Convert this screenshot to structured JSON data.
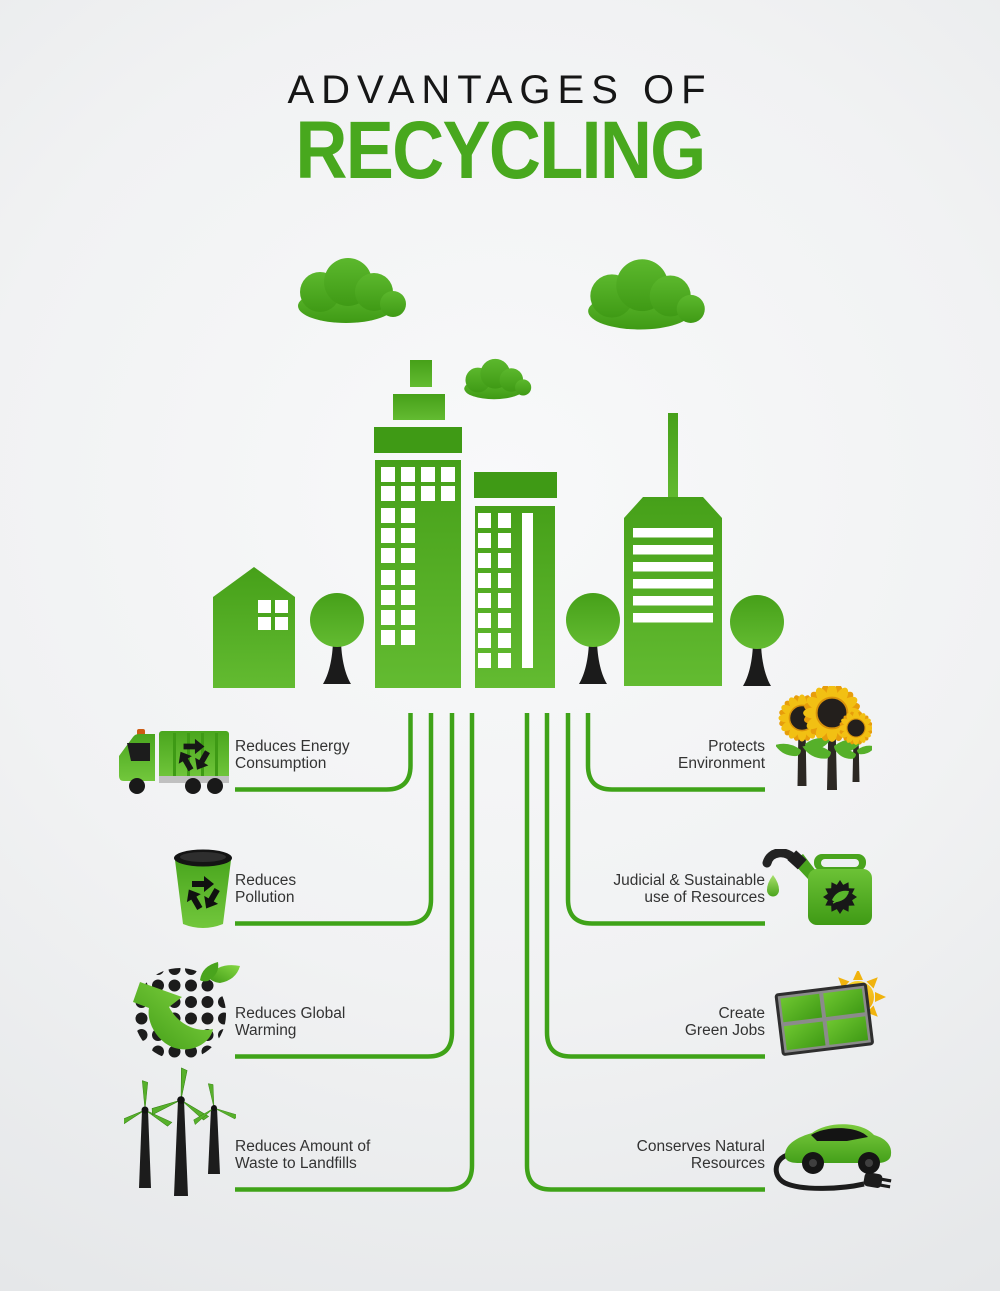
{
  "title": {
    "line1": "ADVANTAGES OF",
    "line2": "RECYCLING"
  },
  "palette": {
    "background": "#eef0f1",
    "green": "#47a41d",
    "green_light": "#65bb30",
    "green_dark": "#3f9a15",
    "connector_line": "#3fa318",
    "title_text": "#161616",
    "label_text": "#333333",
    "sunflower_yellow": "#f2c013",
    "icon_black": "#1b1b1b"
  },
  "items": [
    {
      "id": "reduces-energy",
      "side": "left",
      "icon": "garbage-truck-icon",
      "label_line1": "Reduces Energy",
      "label_line2": "Consumption"
    },
    {
      "id": "reduces-pollution",
      "side": "left",
      "icon": "recycle-bin-icon",
      "label_line1": "Reduces",
      "label_line2": "Pollution"
    },
    {
      "id": "reduces-warming",
      "side": "left",
      "icon": "globe-leaf-icon",
      "label_line1": "Reduces Global",
      "label_line2": "Warming"
    },
    {
      "id": "reduces-landfills",
      "side": "left",
      "icon": "wind-turbines-icon",
      "label_line1": "Reduces Amount of",
      "label_line2": "Waste to Landfills"
    },
    {
      "id": "protects-environment",
      "side": "right",
      "icon": "sunflowers-icon",
      "label_line1": "Protects",
      "label_line2": "Environment"
    },
    {
      "id": "sustainable-resources",
      "side": "right",
      "icon": "fuel-can-icon",
      "label_line1": "Judicial & Sustainable",
      "label_line2": "use of Resources"
    },
    {
      "id": "create-green-jobs",
      "side": "right",
      "icon": "solar-panel-icon",
      "label_line1": "Create",
      "label_line2": "Green Jobs"
    },
    {
      "id": "conserves-resources",
      "side": "right",
      "icon": "electric-car-icon",
      "label_line1": "Conserves Natural",
      "label_line2": "Resources"
    }
  ]
}
